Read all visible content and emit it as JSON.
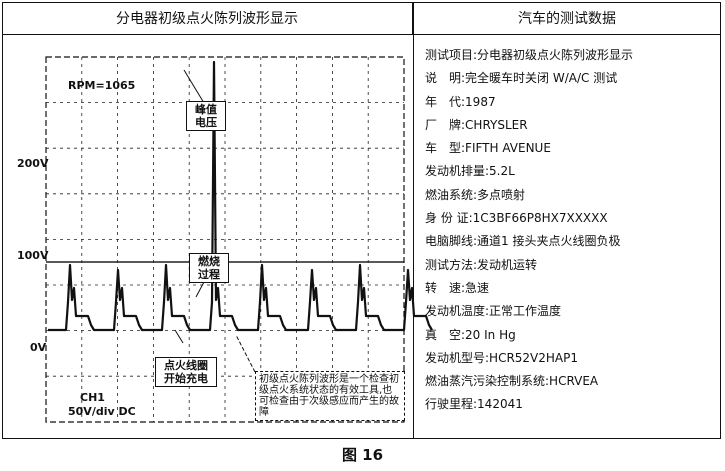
{
  "left_header": "分电器初级点火陈列波形显示",
  "right_header": "汽车的测试数据",
  "scope": {
    "rpm": "RPM=1065",
    "y_labels": [
      "200V",
      "100V",
      "0V"
    ],
    "channel": "CH1",
    "scale": "50V/div DC"
  },
  "callouts": {
    "peak_line1": "峰值",
    "peak_line2": "电压",
    "burn_line1": "燃烧",
    "burn_line2": "过程",
    "coil_line1": "点火线圈",
    "coil_line2": "开始充电"
  },
  "note_text": "初级点火陈列波形是一个检查初级点火系统状态的有效工具,也可检查由于次级感应而产生的故障",
  "test_data": [
    "测试项目:分电器初级点火陈列波形显示",
    "说　明:完全暖车时关闭 W/A/C 测试",
    "年　代:1987",
    "厂　牌:CHRYSLER",
    "车　型:FIFTH AVENUE",
    "发动机排量:5.2L",
    "燃油系统:多点喷射",
    "身 份 证:1C3BF66P8HX7XXXXX",
    "电脑脚线:通道1 接头夹点火线圈负极",
    "测试方法:发动机运转",
    "转　速:急速",
    "发动机温度:正常工作温度",
    "真　空:20 In Hg",
    "发动机型号:HCR52V2HAP1",
    "燃油蒸汽污染控制系统:HCRVEA",
    "行驶里程:142041"
  ],
  "caption": "图 16"
}
